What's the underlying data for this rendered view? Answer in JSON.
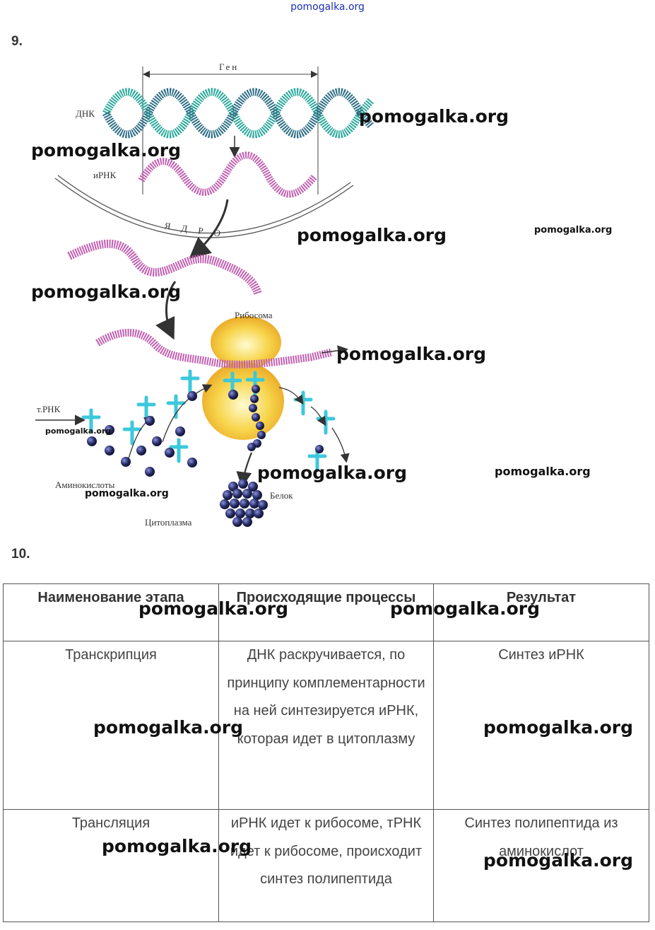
{
  "site": "pomogalka.org",
  "q9_number": "9.",
  "q10_number": "10.",
  "diagram": {
    "gene": "Ген",
    "dna": "ДНК",
    "mrna": "иРНК",
    "nucleus": "Я Д Р О",
    "ribosome": "Рибосома",
    "trna": "т.РНК",
    "amino_acids": "Аминокислоты",
    "protein": "Белок",
    "cytoplasm": "Цитоплазма"
  },
  "watermark": "pomogalka.org",
  "table": {
    "headers": [
      "Наименование этапа",
      "Происходящие процессы",
      "Результат"
    ],
    "rows": [
      [
        "Транскрипция",
        "ДНК раскручивается, по принципу комплементарности на ней синтезируется иРНК, которая идет в цитоплазму",
        "Синтез иРНК"
      ],
      [
        "Трансляция",
        "иРНК идет к рибосоме, тРНК идет к рибосоме, происходит синтез полипептида",
        "Синтез полипептида из аминокислот"
      ]
    ]
  },
  "colors": {
    "dna": "#2aa89a",
    "rna": "#c060b0",
    "trna": "#3cc8dc",
    "ribosome": "#f2c33a",
    "amino": "#2a2f5c",
    "header_link": "#1c2fb5"
  }
}
